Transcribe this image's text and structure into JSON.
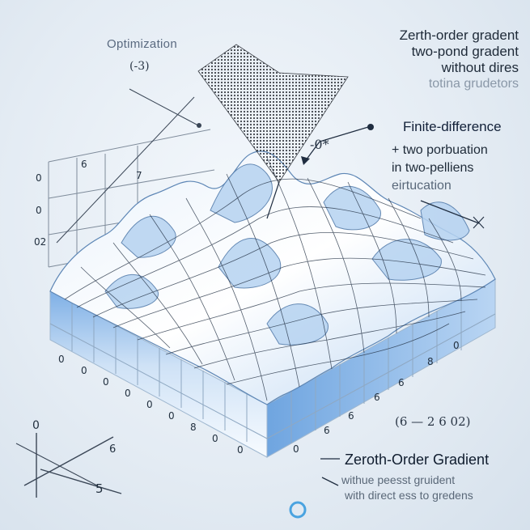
{
  "heading_left": "Optimization",
  "left_formula": "(-3)",
  "right_block": {
    "line1": "Zerth-order gradent",
    "line2": "two-pond gradent",
    "line3": "without dires",
    "line4": "totina grudetors"
  },
  "finite_block": {
    "title": "Finite-difference",
    "line2": "+ two porbuation",
    "line3": "in two-pelliens",
    "line4": "eirtucation"
  },
  "marker_label": "-0*",
  "bottom_formula": "(6 — 2 6 02)",
  "bottom_block": {
    "title": "Zeroth-Order Gradient",
    "line2": "withue peesst gruident",
    "line3": "with direct ess to gredens"
  },
  "left_axis_labels": [
    "0",
    "0",
    "02",
    "6",
    "7"
  ],
  "front_tick_labels": [
    "0",
    "0",
    "0",
    "0",
    "0",
    "0",
    "8",
    "0",
    "0",
    "0"
  ],
  "side_tick_labels": [
    "6",
    "6",
    "6",
    "6",
    "8",
    "0"
  ],
  "corner_axis_labels": [
    "0",
    "6",
    "5"
  ],
  "colors": {
    "surface": "#8fb8e6",
    "grid": "#1f2d40",
    "accent": "#3b7fc4",
    "cone": "#3a3f48"
  }
}
